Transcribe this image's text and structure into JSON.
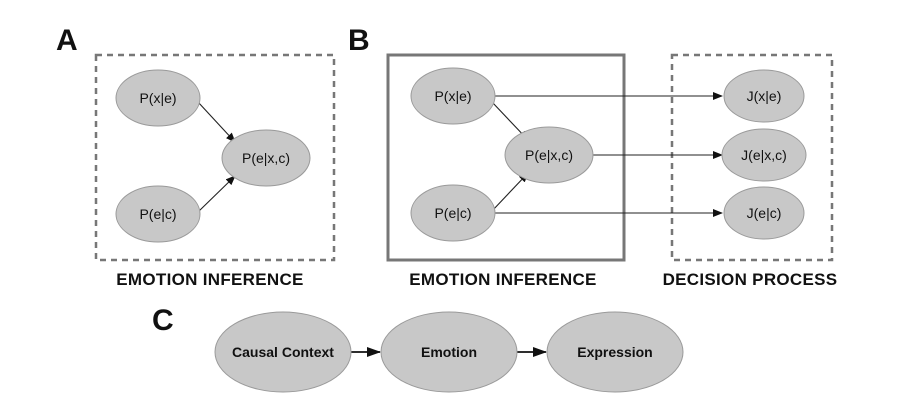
{
  "panels": {
    "A": {
      "letter": "A",
      "caption": "EMOTION INFERENCE",
      "nodes": {
        "pxe": "P(x|e)",
        "pec": "P(e|c)",
        "pexc": "P(e|x,c)"
      }
    },
    "B": {
      "letter": "B",
      "caption_left": "EMOTION INFERENCE",
      "caption_right": "DECISION PROCESS",
      "nodes": {
        "pxe": "P(x|e)",
        "pec": "P(e|c)",
        "pexc": "P(e|x,c)",
        "jxe": "J(x|e)",
        "jexc": "J(e|x,c)",
        "jec": "J(e|c)"
      }
    },
    "C": {
      "letter": "C",
      "nodes": {
        "context": "Causal Context",
        "emotion": "Emotion",
        "expression": "Expression"
      }
    }
  }
}
